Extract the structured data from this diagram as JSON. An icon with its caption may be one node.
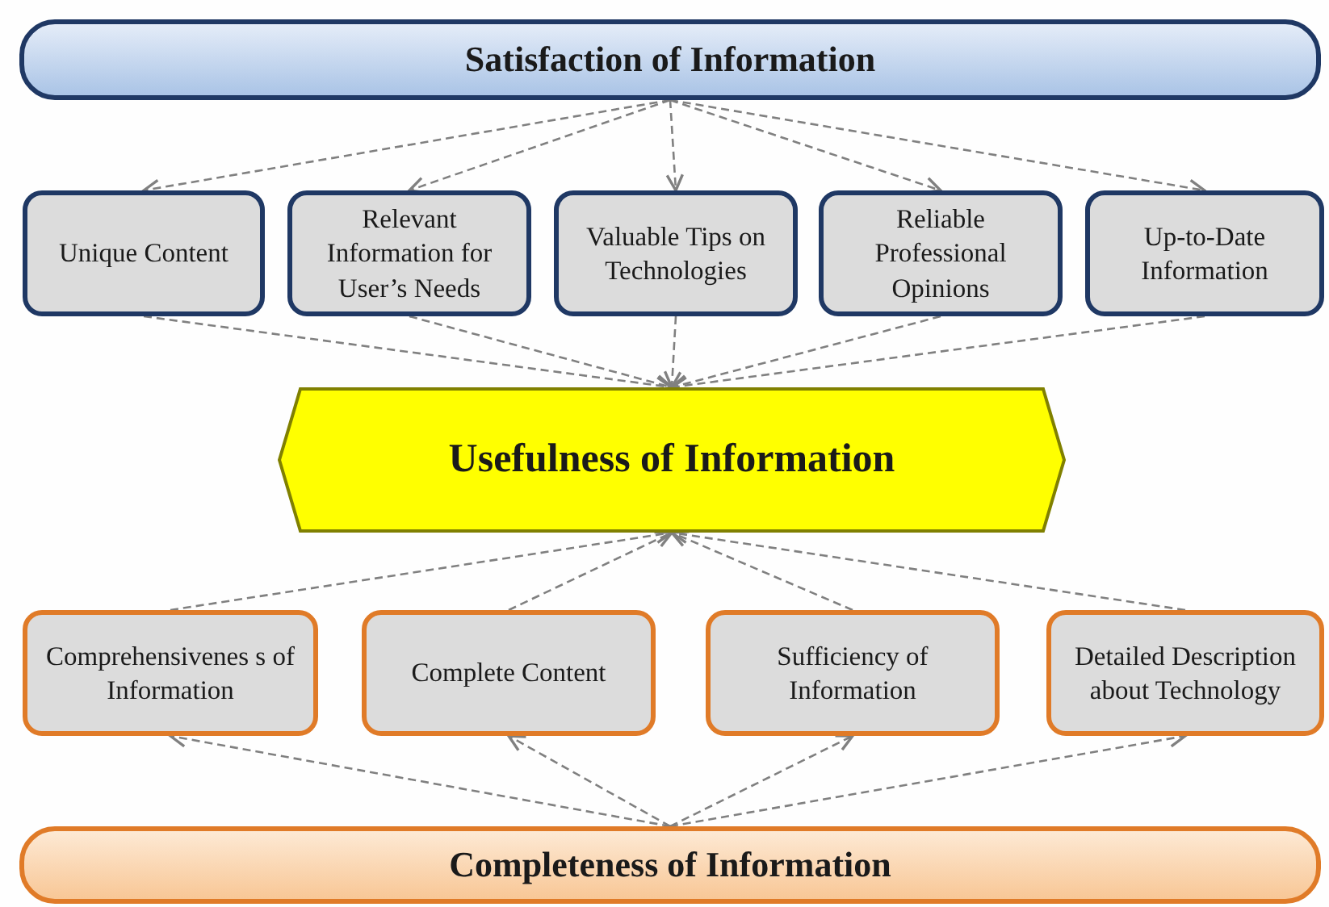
{
  "diagram": {
    "nodes": [
      {
        "text": [
          "Satisfaction of Information"
        ]
      },
      {
        "text": [
          "Unique Content"
        ]
      },
      {
        "text": [
          "Relevant Information for User’s Needs"
        ]
      },
      {
        "text": [
          "Valuable Tips on Technologies"
        ]
      },
      {
        "text": [
          "Reliable Professional Opinions"
        ]
      },
      {
        "text": [
          "Up-to-Date Information"
        ]
      },
      {
        "text": [
          "Usefulness of Information"
        ]
      },
      {
        "text": [
          "Comprehensivenes s of Information"
        ]
      },
      {
        "text": [
          "Complete Content"
        ]
      },
      {
        "text": [
          "Sufficiency of Information"
        ]
      },
      {
        "text": [
          "Detailed Description about Technology"
        ]
      },
      {
        "text": [
          "Completeness of Information"
        ]
      }
    ],
    "edges": [
      {
        "from": 0,
        "to": 1,
        "arrow": "to"
      },
      {
        "from": 0,
        "to": 2,
        "arrow": "to"
      },
      {
        "from": 0,
        "to": 3,
        "arrow": "to"
      },
      {
        "from": 0,
        "to": 4,
        "arrow": "to"
      },
      {
        "from": 0,
        "to": 5,
        "arrow": "to"
      },
      {
        "from": 1,
        "to": 6,
        "arrow": "to"
      },
      {
        "from": 2,
        "to": 6,
        "arrow": "to"
      },
      {
        "from": 3,
        "to": 6,
        "arrow": "to"
      },
      {
        "from": 4,
        "to": 6,
        "arrow": "to"
      },
      {
        "from": 5,
        "to": 6,
        "arrow": "to"
      },
      {
        "from": 11,
        "to": 7,
        "arrow": "to"
      },
      {
        "from": 11,
        "to": 8,
        "arrow": "to"
      },
      {
        "from": 11,
        "to": 9,
        "arrow": "to"
      },
      {
        "from": 11,
        "to": 10,
        "arrow": "to"
      },
      {
        "from": 7,
        "to": 6,
        "arrow": "to"
      },
      {
        "from": 8,
        "to": 6,
        "arrow": "to"
      },
      {
        "from": 9,
        "to": 6,
        "arrow": "to"
      },
      {
        "from": 10,
        "to": 6,
        "arrow": "to"
      }
    ]
  }
}
